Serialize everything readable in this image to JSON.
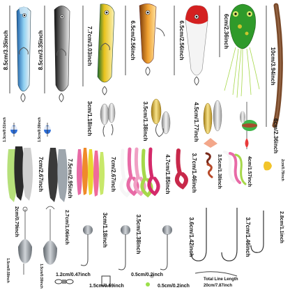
{
  "image": {
    "description_free": true,
    "background": "#ffffff",
    "label_color": "#111111"
  },
  "measurements": {
    "minnow_blue": "8.5cm/3.35inch",
    "minnow_black": "8.5cm/3.35inch",
    "minnow_yellow": "7.7cm/3.03inch",
    "popper_orange": "6.5cm/2.56inch",
    "popper_red": "6.5cm/2.56inch",
    "frog": "6cm/2.36inch",
    "worm_brown": "10cm/3.94inch",
    "float_small_1": "1.3cm/0.51inch",
    "float_small_2": "1.5cm/0.59inch",
    "spoon_1": "3cm/1.18inch",
    "spoon_2": "3.5cm/1.38inch",
    "spoon_3": "4.5cm/1.77inch",
    "spinner_green": "6cm/2.36inch",
    "shad_1": "7cm/2.67inch",
    "shad_2": "7.5cm/2.95inch",
    "grub_1": "7cm/2.67inch",
    "grub_2": "4.7cm/1.85inch",
    "grub_red": "3.7cm/1.46inch",
    "worm_small": "3.5cm/1.38inch",
    "shrimp": "4cm/1.57inch",
    "corn": "2cm/0.79inch",
    "sinker_1": "2cm/0.79inch",
    "sinker_2": "2.7cm/1.06inch",
    "sinker_1_bottom": "1.5cm/0.59inch",
    "sinker_2_bottom": "1.5cm/0.59inch",
    "jighead_1": "3cm/1.18inch",
    "jighead_2": "3.5cm/1.38inch",
    "jighead_3": "3.6cm/1.42inch",
    "hook_1": "3.7cm/1.46inch",
    "hook_2": "2.8cm/1.1inch",
    "swivel": "1.2cm/0.47inch",
    "snap": "1.5cm/0.59inch",
    "bead_1": "0.5cm/0.2inch",
    "bead_2": "0.5cm/0.2inch",
    "leader_title": "Total Line Length",
    "leader_length": "20cm/7.87inch"
  },
  "colors": {
    "minnow_blue": "#3a8fd0",
    "minnow_black": "#2b2b2b",
    "minnow_yellow": "#e8c21c",
    "popper_orange": "#e07a1e",
    "popper_red": "#d42020",
    "frog": "#2f9a2a",
    "worm_brown": "#7a4a2a",
    "spoon_silver": "#c9c9c9",
    "spoon_gold": "#d9b43a",
    "grub_pink": "#e86aa6",
    "shad_green": "#a8d85a",
    "corn_yellow": "#f2c42a",
    "lead": "#8a8f95"
  }
}
